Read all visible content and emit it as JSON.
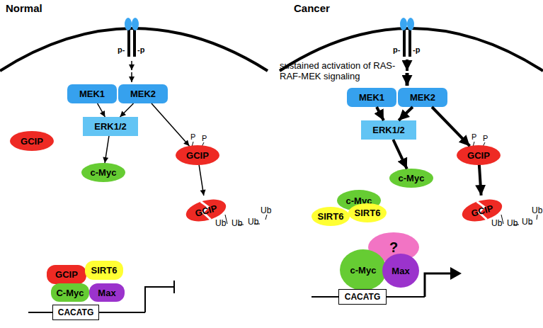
{
  "diagram": {
    "nodes": [
      {
        "text": [
          "MEK1"
        ]
      },
      {
        "text": [
          "MEK2"
        ]
      },
      {
        "text": [
          "ERK1/2"
        ]
      },
      {
        "text": [
          "GCIP"
        ]
      },
      {
        "text": [
          "c-Myc"
        ]
      },
      {
        "text": [
          "GCIP"
        ]
      },
      {
        "text": [
          "GCIP"
        ]
      },
      {
        "text": [
          "GCIP"
        ]
      },
      {
        "text": [
          "SIRT6"
        ]
      },
      {
        "text": [
          "C-Myc"
        ]
      },
      {
        "text": [
          "Max"
        ]
      },
      {
        "text": [
          "CACATG"
        ]
      },
      {
        "text": [
          "MEK1"
        ]
      },
      {
        "text": [
          "MEK2"
        ]
      },
      {
        "text": [
          "ERK1/2"
        ]
      },
      {
        "text": [
          "c-Myc"
        ]
      },
      {
        "text": [
          "GCIP"
        ]
      },
      {
        "text": [
          "GCIP"
        ]
      },
      {
        "text": [
          "c-Myc"
        ]
      },
      {
        "text": [
          "SIRT6"
        ]
      },
      {
        "text": [
          "SIRT6"
        ]
      },
      {
        "text": [
          "?"
        ]
      },
      {
        "text": [
          "c-Myc"
        ]
      },
      {
        "text": [
          "Max"
        ]
      },
      {
        "text": [
          "CACATG"
        ]
      }
    ],
    "edges": [
      {
        "from": 0,
        "to": 2,
        "arrow": "to"
      },
      {
        "from": 1,
        "to": 2,
        "arrow": "to"
      },
      {
        "from": 2,
        "to": 4,
        "arrow": "to"
      },
      {
        "from": 1,
        "to": 5,
        "arrow": "to"
      },
      {
        "from": 5,
        "to": 6,
        "arrow": "to"
      },
      {
        "from": 12,
        "to": 14,
        "arrow": "to"
      },
      {
        "from": 13,
        "to": 14,
        "arrow": "to"
      },
      {
        "from": 14,
        "to": 15,
        "arrow": "to"
      },
      {
        "from": 13,
        "to": 16,
        "arrow": "to"
      },
      {
        "from": 16,
        "to": 17,
        "arrow": "to"
      }
    ],
    "labels": [
      "Normal",
      "Cancer",
      "p-",
      "-p",
      "P",
      "P",
      "Ub",
      "Ub",
      "Ub",
      "Ub",
      "sustained activation of RAS-RAF-MEK signaling",
      "p-",
      "-p",
      "P",
      "P",
      "Ub",
      "Ub",
      "Ub",
      "Ub"
    ]
  }
}
